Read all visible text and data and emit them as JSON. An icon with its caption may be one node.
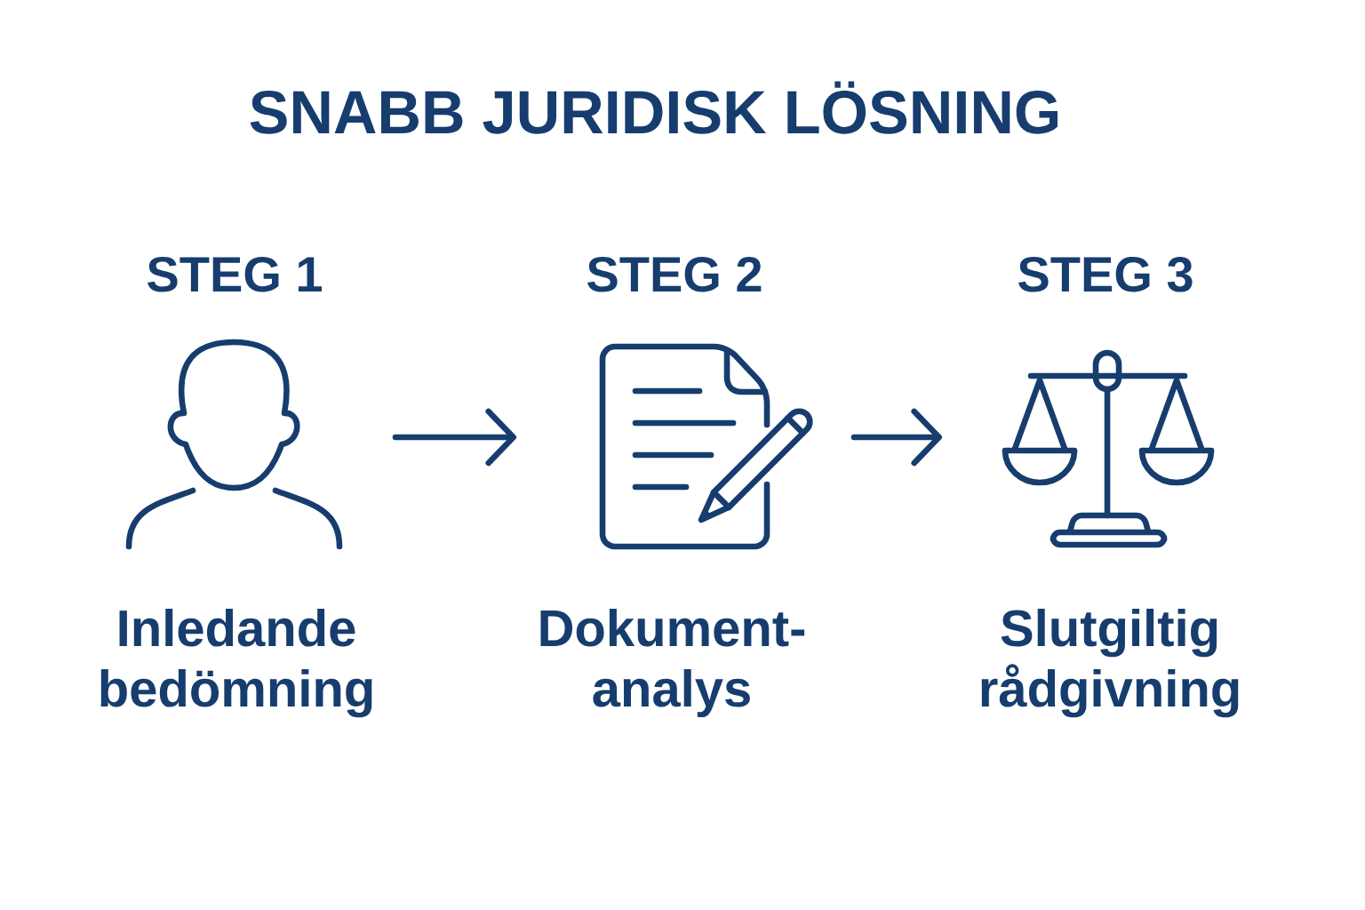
{
  "diagram": {
    "title": "SNABB JURIDISK LÖSNING",
    "nodes": [
      {
        "text": [],
        "shape": "person",
        "beside": [
          "STEG 1",
          "Inledande bedömning"
        ]
      },
      {
        "text": [],
        "shape": "document",
        "beside": [
          "STEG 2",
          "Dokument- analys"
        ]
      },
      {
        "text": [],
        "shape": "scales",
        "beside": [
          "STEG 3",
          "Slutgiltig rådgivning"
        ]
      }
    ],
    "edges": [
      {
        "from": 0,
        "to": 1,
        "arrow": "to"
      },
      {
        "from": 1,
        "to": 2,
        "arrow": "to"
      }
    ]
  }
}
